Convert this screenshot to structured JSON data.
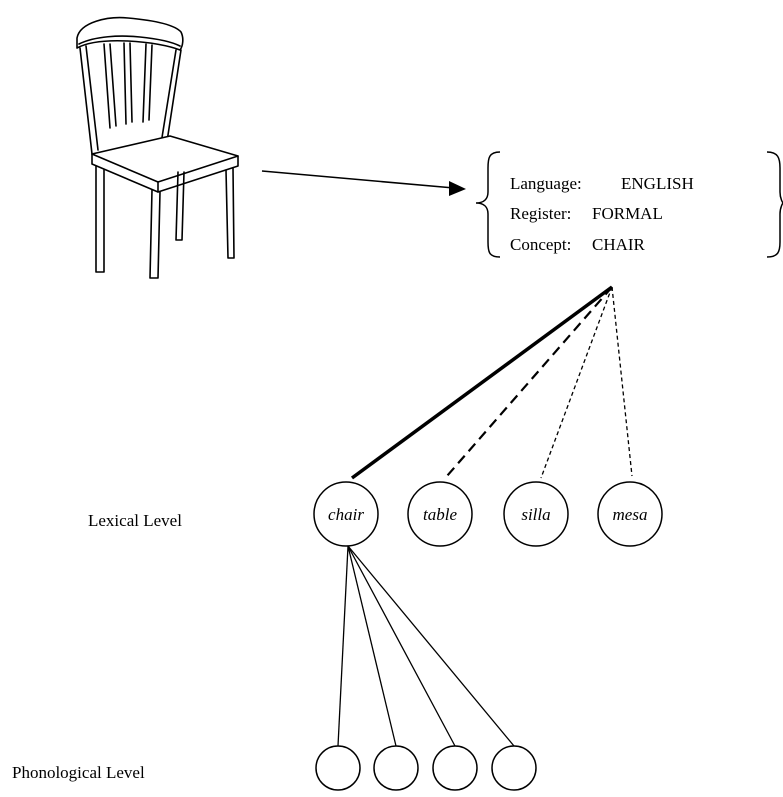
{
  "concept_box": {
    "rows": [
      {
        "label": "Language:",
        "value": "ENGLISH"
      },
      {
        "label": "Register:",
        "value": "FORMAL"
      },
      {
        "label": "Concept:",
        "value": "CHAIR"
      }
    ]
  },
  "levels": {
    "lexical": "Lexical Level",
    "phonological": "Phonological Level"
  },
  "lexical_nodes": [
    {
      "word": "chair",
      "link": "solid-thick"
    },
    {
      "word": "table",
      "link": "dashed"
    },
    {
      "word": "silla",
      "link": "dotted"
    },
    {
      "word": "mesa",
      "link": "dotted"
    }
  ],
  "phonological_nodes": [
    "",
    "",
    "",
    ""
  ]
}
